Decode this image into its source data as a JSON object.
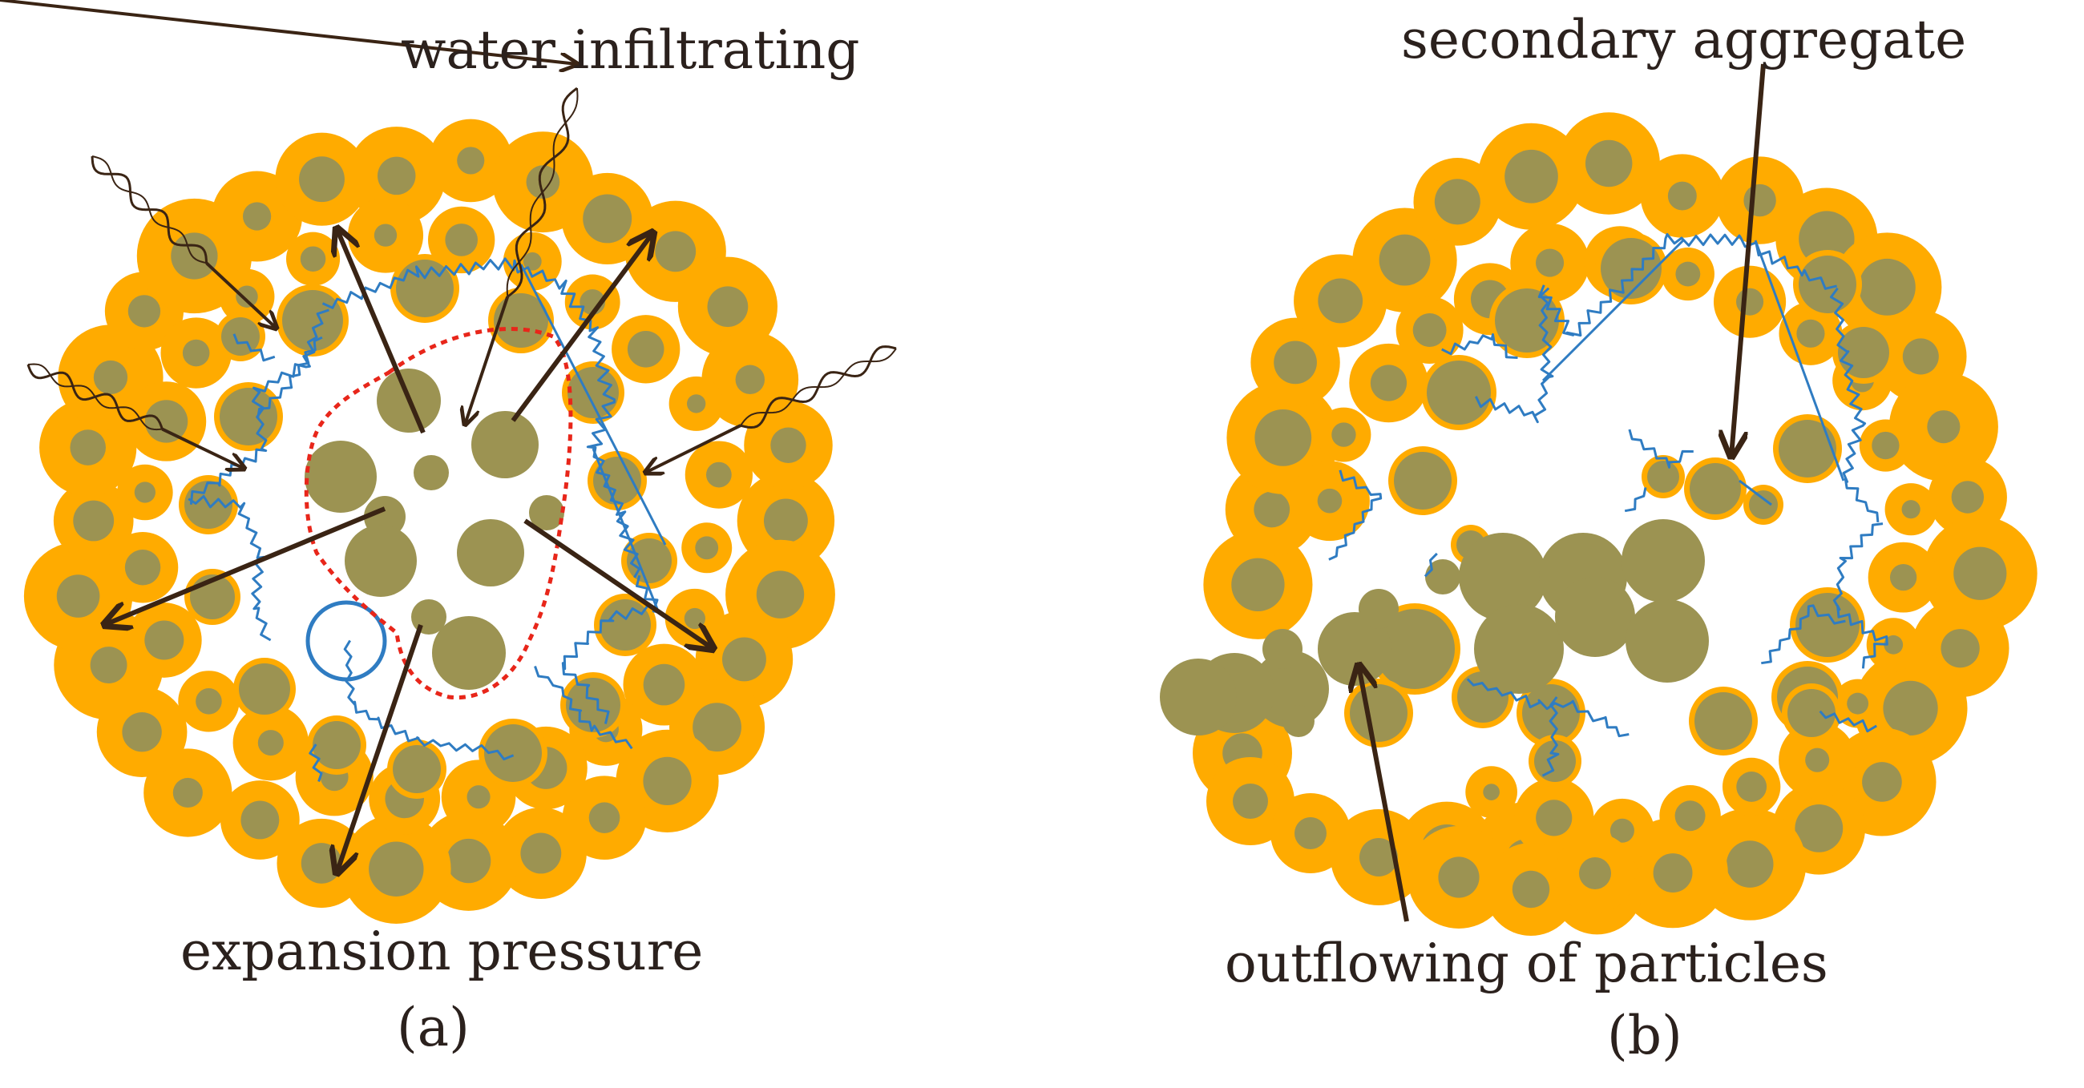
{
  "panels": [
    {
      "id": "a",
      "caption": "(a)",
      "labels": {
        "top": "water infiltrating",
        "bottom": "expansion pressure"
      }
    },
    {
      "id": "b",
      "caption": "(b)",
      "labels": {
        "top": "secondary aggregate",
        "bottom": "outflowing of particles"
      }
    }
  ],
  "colors": {
    "shell": "#ffab00",
    "core": "#9c9352",
    "crack": "#2f7cc2",
    "arrow": "#3a2414",
    "boundary": "#e8261a",
    "text": "#2b211d"
  }
}
